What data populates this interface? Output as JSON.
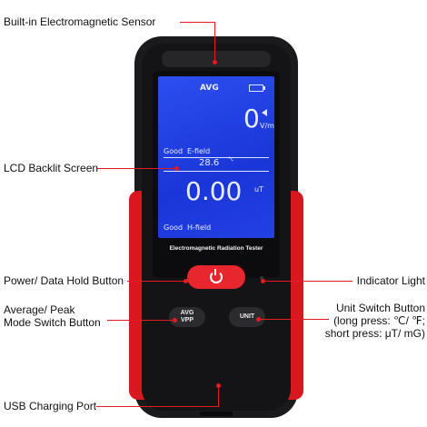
{
  "callouts": {
    "sensor": "Built-in Electromagnetic Sensor",
    "lcd": "LCD Backlit Screen",
    "power": "Power/ Data Hold Button",
    "avg_line1": "Average/ Peak",
    "avg_line2": "Mode Switch Button",
    "usb": "USB Charging Port",
    "indicator": "Indicator Light",
    "unit_line1": "Unit Switch Button",
    "unit_line2": "(long press: ℃/ ℉;",
    "unit_line3": "short press: μT/ mG)"
  },
  "screen": {
    "mode": "AVG",
    "e_value": "0",
    "e_unit": "V/m",
    "good1": "Good",
    "e_field": "E-field",
    "temp": "28.6",
    "temp_unit": "°c",
    "h_value": "0.00",
    "h_unit": "uT",
    "good2": "Good",
    "h_field": "H-field"
  },
  "device": {
    "label": "Electromagnetic Radiation Tester",
    "avg_btn_line1": "AVG",
    "avg_btn_line2": "VPP",
    "unit_btn": "UNIT"
  },
  "colors": {
    "accent": "#e31b23",
    "screen": "#1f3be0",
    "body": "#1b1b1d"
  },
  "icons": [
    "power-icon",
    "battery-icon",
    "sound-icon"
  ]
}
